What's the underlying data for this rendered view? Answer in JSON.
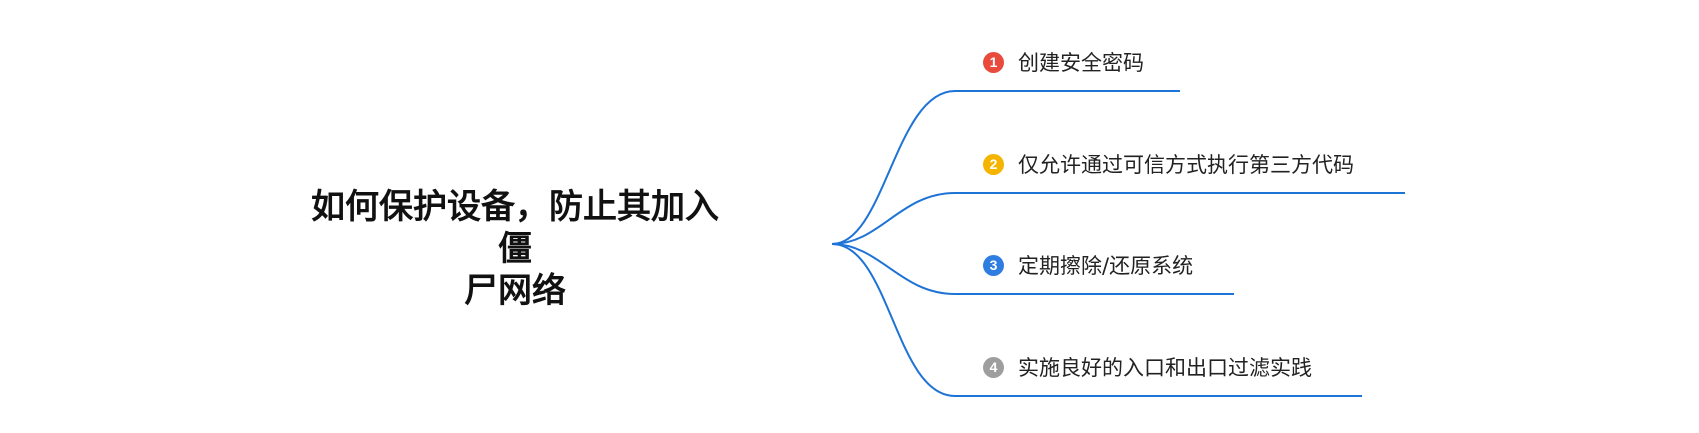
{
  "root": {
    "title_line1": "如何保护设备，防止其加入僵",
    "title_line2": "尸网络"
  },
  "branches": [
    {
      "number": "1",
      "label": "创建安全密码",
      "badge_color": "#e84a3c"
    },
    {
      "number": "2",
      "label": "仅允许通过可信方式执行第三方代码",
      "badge_color": "#f5b400"
    },
    {
      "number": "3",
      "label": "定期擦除/还原系统",
      "badge_color": "#2f7de1"
    },
    {
      "number": "4",
      "label": "实施良好的入口和出口过滤实践",
      "badge_color": "#9e9e9e"
    }
  ],
  "colors": {
    "connector": "#1e73d6",
    "root_text": "#111111",
    "branch_text": "#222222"
  }
}
